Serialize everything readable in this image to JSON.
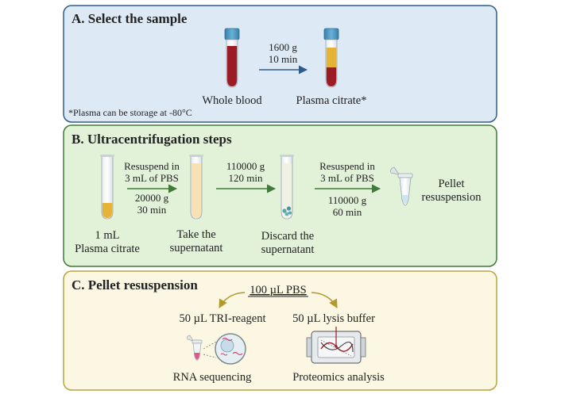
{
  "panel_a": {
    "title": "A. Select the sample",
    "arrow_top": "1600 g",
    "arrow_bottom": "10 min",
    "tube1_label": "Whole blood",
    "tube2_label": "Plasma citrate*",
    "note": "*Plasma can be storage at -80°C"
  },
  "panel_b": {
    "title": "B. Ultracentrifugation steps",
    "step1_top_1": "Resuspend in",
    "step1_top_2": "3 mL of PBS",
    "step1_bottom_1": "20000 g",
    "step1_bottom_2": "30 min",
    "step2_top": "110000 g",
    "step2_bottom": "120 min",
    "step3_top_1": "Resuspend in",
    "step3_top_2": "3 mL of PBS",
    "step3_bottom_1": "110000 g",
    "step3_bottom_2": "60 min",
    "tube1_label_1": "1 mL",
    "tube1_label_2": "Plasma citrate",
    "tube2_label_1": "Take the",
    "tube2_label_2": "supernatant",
    "tube3_label_1": "Discard the",
    "tube3_label_2": "supernatant",
    "final_label_1": "Pellet",
    "final_label_2": "resuspension"
  },
  "panel_c": {
    "title": "C. Pellet resuspension",
    "center": "100 µL PBS",
    "left_reagent": "50 µL TRI-reagent",
    "right_reagent": "50 µL lysis buffer",
    "left_output": "RNA sequencing",
    "right_output": "Proteomics analysis"
  },
  "colors": {
    "panel_a_fill": "#dde9f5",
    "panel_a_border": "#2f5d8a",
    "panel_b_fill": "#e1f2d9",
    "panel_b_border": "#3f7a38",
    "panel_c_fill": "#fbf7e3",
    "panel_c_border": "#b7a53f",
    "blood": "#9b1c24",
    "plasma": "#e5b436",
    "cap": "#4a90b8",
    "arrow_a": "#2f5d8a",
    "arrow_b": "#3f7a38",
    "arrow_c": "#b39a2c"
  }
}
